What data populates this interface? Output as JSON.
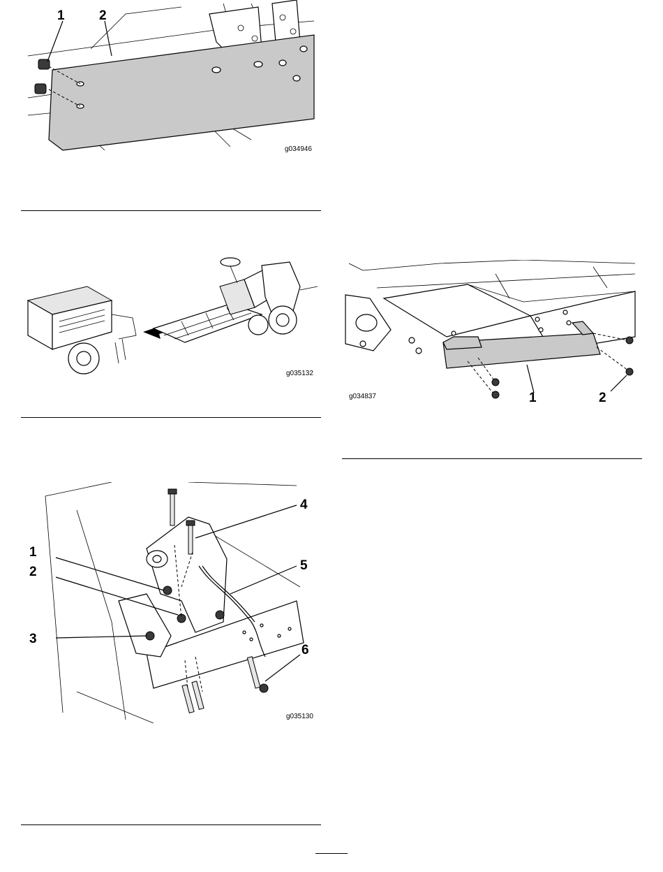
{
  "figures": [
    {
      "id": "fig1",
      "code": "g034946",
      "callouts": [
        "1",
        "2"
      ]
    },
    {
      "id": "fig2",
      "code": "g035132",
      "callouts": []
    },
    {
      "id": "fig3",
      "code": "g035130",
      "callouts": [
        "1",
        "2",
        "3",
        "4",
        "5",
        "6"
      ]
    },
    {
      "id": "fig4",
      "code": "g034837",
      "callouts": [
        "1",
        "2"
      ]
    }
  ],
  "colors": {
    "part_fill": "#c9c9c9",
    "line": "#000000"
  }
}
